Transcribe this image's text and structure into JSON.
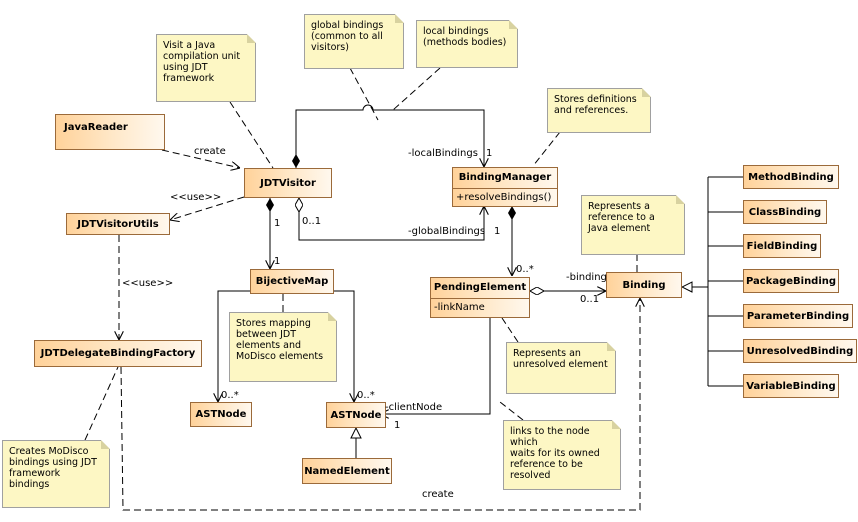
{
  "classes": {
    "java_reader": "JavaReader",
    "jdt_visitor": "JDTVisitor",
    "jdt_visitor_utils": "JDTVisitorUtils",
    "binding_manager": {
      "name": "BindingManager",
      "operation": "+resolveBindings()"
    },
    "pending_element": {
      "name": "PendingElement",
      "attribute": "-linkName"
    },
    "bijective_map": "BijectiveMap",
    "jdt_delegate_binding_factory": "JDTDelegateBindingFactory",
    "ast_node_left": "ASTNode",
    "ast_node_right": "ASTNode",
    "named_element": "NamedElement",
    "binding": "Binding",
    "method_binding": "MethodBinding",
    "class_binding": "ClassBinding",
    "field_binding": "FieldBinding",
    "package_binding": "PackageBinding",
    "parameter_binding": "ParameterBinding",
    "unresolved_binding": "UnresolvedBinding",
    "variable_binding": "VariableBinding"
  },
  "notes": {
    "visit": "Visit a Java\ncompilation unit\nusing JDT\nframework",
    "global": "global bindings\n(common to all\nvisitors)",
    "local": "local bindings\n(methods bodies)",
    "stores_definitions": "Stores definitions\nand references.",
    "represents_reference": "Represents a\nreference to a\nJava element",
    "stores_mapping": "Stores mapping\nbetween JDT\nelements and\nMoDisco elements",
    "represents_unresolved": "Represents an\nunresolved element",
    "links_to_node": "links to the node which\nwaits for its owned\nreference to be\nresolved",
    "creates_modisco": "Creates MoDisco\nbindings using JDT\nframework\nbindings"
  },
  "labels": {
    "create_top": "create",
    "use_1": "<<use>>",
    "use_2": "<<use>>",
    "local_bindings": "-localBindings",
    "global_bindings": "-globalBindings",
    "mult_local": "1",
    "mult_global": "1",
    "mult_visitor_map": "1",
    "mult_map_1": "1",
    "mult_visitor_global": "0..1",
    "mult_pending": "0..*",
    "binding_role": "-binding",
    "mult_binding": "0..1",
    "mult_ast_left": "0..*",
    "mult_ast_right": "0..*",
    "client_node": "-clientNode",
    "mult_client": "1",
    "create_bottom": "create"
  }
}
